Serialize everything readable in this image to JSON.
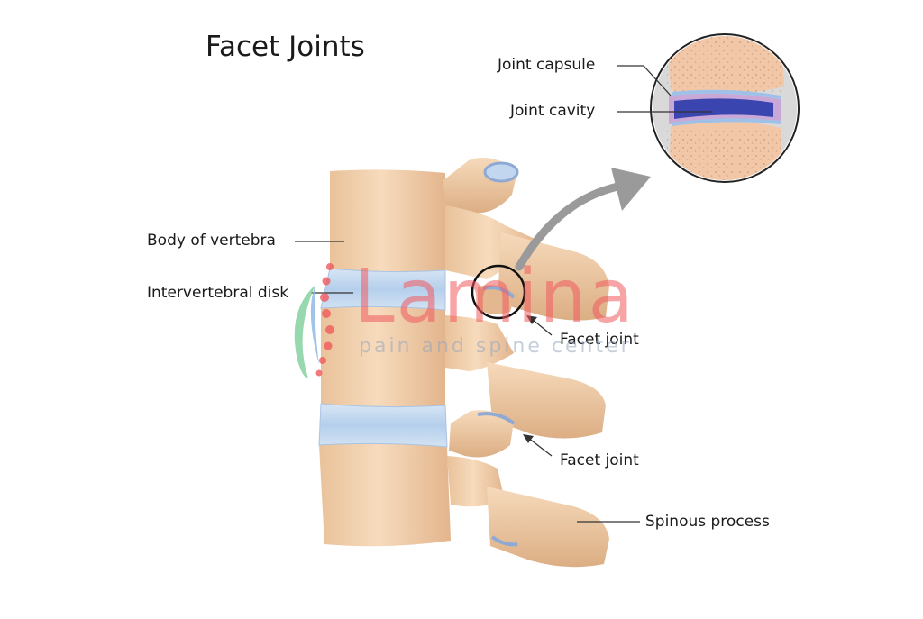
{
  "title": "Facet Joints",
  "labels": {
    "joint_capsule": "Joint capsule",
    "joint_cavity": "Joint cavity",
    "body_of_vertebra": "Body of vertebra",
    "intervertebral_disk": "Intervertebral disk",
    "facet_joint_upper": "Facet joint",
    "facet_joint_lower": "Facet joint",
    "spinous_process": "Spinous process"
  },
  "watermark": {
    "word": "Lamina",
    "tagline": "pain and spine center"
  },
  "colors": {
    "bone": "#efcda6",
    "bone_shade": "#d9ae86",
    "disk": "#bcd4ec",
    "cavity": "#3a45b0",
    "capsule": "#c9a8d8",
    "arrow": "#9a9a9a",
    "logo_pink": "#f05a5f",
    "logo_green": "#7fcf9a"
  }
}
